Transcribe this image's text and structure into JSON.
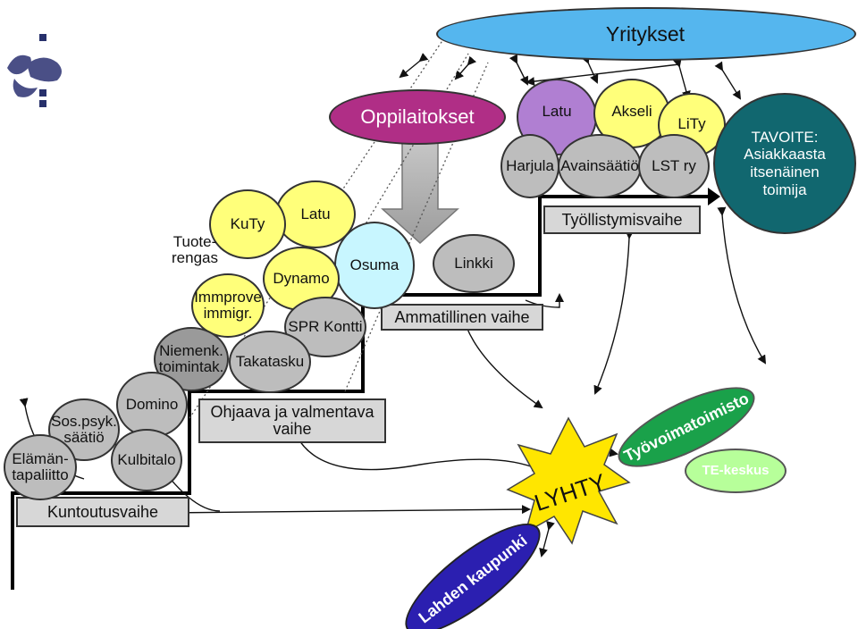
{
  "yritykset": "Yritykset",
  "oppilaitokset": "Oppilaitokset",
  "tavoite": [
    "TAVOITE:",
    "Asiakkaasta",
    "itsenäinen",
    "toimija"
  ],
  "steps": {
    "kuntoutusvaihe": "Kuntoutusvaihe",
    "ohjaava": [
      "Ohjaava ja valmentava",
      "vaihe"
    ],
    "ammatillinen": "Ammatillinen vaihe",
    "tyollistymis": "Työllistymisvaihe"
  },
  "nodes": {
    "elamantapaliitto": [
      "Elämän-",
      "tapaliitto"
    ],
    "sospsyk": [
      "Sos.psyk.",
      "säätiö"
    ],
    "domino": "Domino",
    "kulbitalo": "Kulbitalo",
    "niemenk": [
      "Niemenk.",
      "toimintak."
    ],
    "takatasku": "Takatasku",
    "tuoterengas": [
      "Tuote-",
      "rengas"
    ],
    "immprove": [
      "Immprove",
      "immigr."
    ],
    "kuty": "KuTy",
    "latu_left": "Latu",
    "dynamo": "Dynamo",
    "sprkontti": "SPR Kontti",
    "osuma": "Osuma",
    "linkki": "Linkki",
    "latu_top": "Latu",
    "akseli": "Akseli",
    "lity": "LiTy",
    "harjula": "Harjula",
    "avainsaatio": "Avainsäätiö",
    "lstry": "LST ry"
  },
  "actors": {
    "lyhty": "LYHTY",
    "lahden_kaupunki": "Lahden kaupunki",
    "tyovoimatoimisto": "Työvoimatoimisto",
    "te_keskus": "TE-keskus"
  },
  "colors": {
    "gray": "#bdbdbd",
    "yellow": "#ffff7a",
    "cyan": "#c8f6ff",
    "magenta": "#b02e86",
    "blue": "#55b6ee",
    "teal": "#11676f",
    "green": "#1aa14a",
    "star": "#ffe600"
  }
}
